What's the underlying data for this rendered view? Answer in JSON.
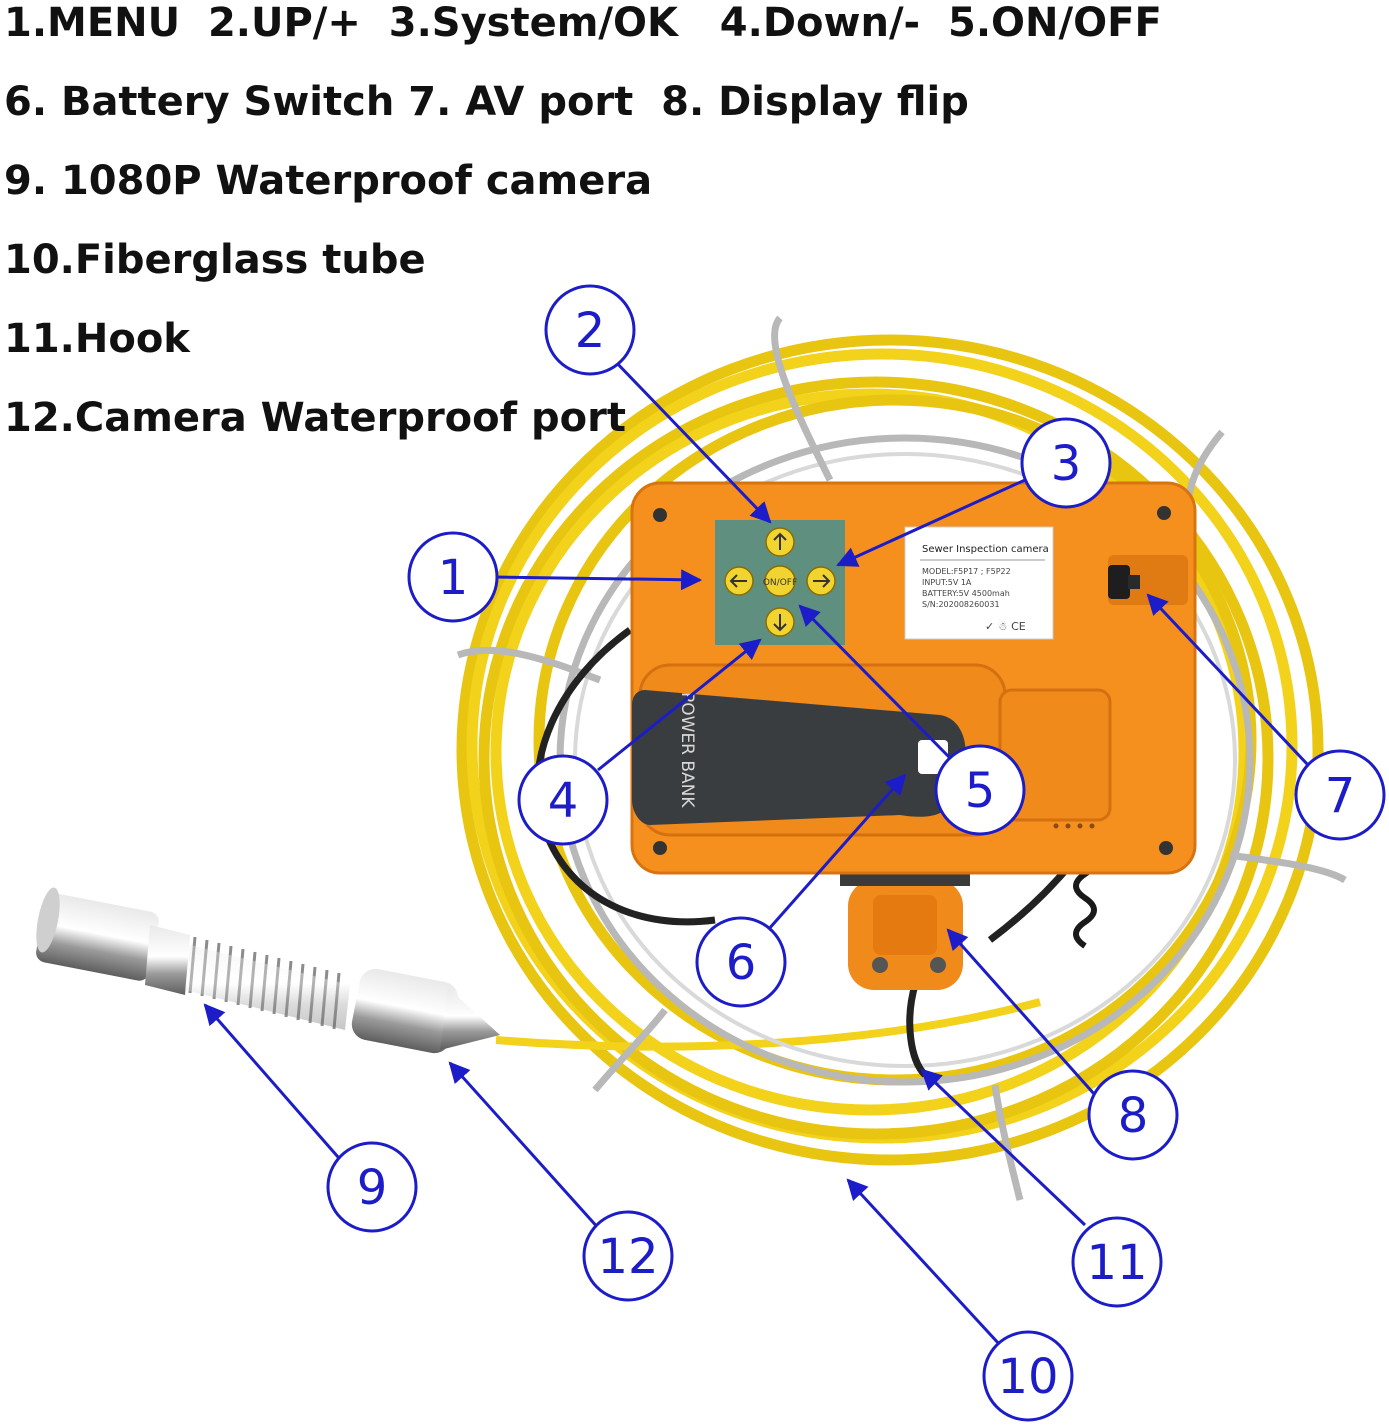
{
  "legend": [
    "1.MENU  2.UP/+  3.System/OK   4.Down/-  5.ON/OFF",
    "6. Battery Switch 7. AV port  8. Display flip",
    "9. 1080P Waterproof camera",
    "10.Fiberglass tube",
    "11.Hook",
    "12.Camera Waterproof port"
  ],
  "callouts": [
    "1",
    "2",
    "3",
    "4",
    "5",
    "6",
    "7",
    "8",
    "9",
    "10",
    "11",
    "12"
  ],
  "device": {
    "button_label": "ON/OFF",
    "battery_label": "POWER BANK",
    "sticker": {
      "title": "Sewer Inspection camera",
      "model": "MODEL:F5P17 ; F5P22",
      "input": "INPUT:5V 1A",
      "battery": "BATTERY:5V 4500mah",
      "serial": "S/N:202008260031",
      "marks": "✓ ☃ CE"
    }
  },
  "colors": {
    "callout": "#1c1cc8",
    "housing": "#f5901e",
    "tube": "#f2d21a",
    "keypad": "#5f8f7e",
    "button": "#f2d430"
  }
}
